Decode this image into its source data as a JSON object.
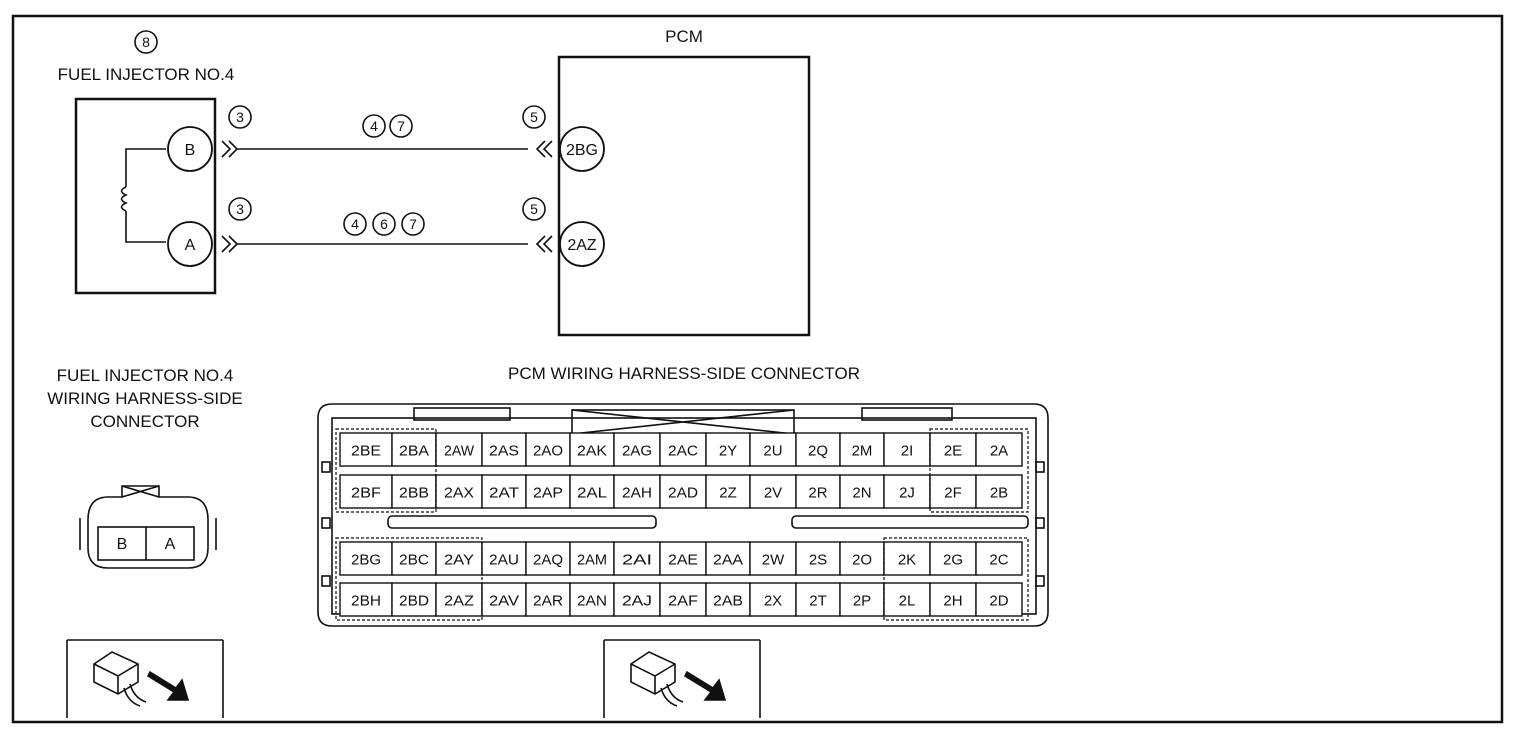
{
  "injector": {
    "callout": "8",
    "title": "FUEL INJECTOR NO.4",
    "pin_b": "B",
    "pin_a": "A",
    "callout_b": "3",
    "callout_a": "3"
  },
  "pcm": {
    "title": "PCM",
    "pin_top": "2BG",
    "pin_bottom": "2AZ",
    "callout_top": "5",
    "callout_bottom": "5"
  },
  "wires": {
    "top_callouts": [
      "4",
      "7"
    ],
    "bottom_callouts": [
      "4",
      "6",
      "7"
    ]
  },
  "injector_connector": {
    "title_lines": [
      "FUEL INJECTOR NO.4",
      "WIRING HARNESS-SIDE",
      "CONNECTOR"
    ],
    "pins": [
      "B",
      "A"
    ]
  },
  "pcm_connector": {
    "title": "PCM WIRING HARNESS-SIDE CONNECTOR",
    "rows": [
      [
        "2BE",
        "2BA",
        "2AW",
        "2AS",
        "2AO",
        "2AK",
        "2AG",
        "2AC",
        "2Y",
        "2U",
        "2Q",
        "2M",
        "2I",
        "2E",
        "2A"
      ],
      [
        "2BF",
        "2BB",
        "2AX",
        "2AT",
        "2AP",
        "2AL",
        "2AH",
        "2AD",
        "2Z",
        "2V",
        "2R",
        "2N",
        "2J",
        "2F",
        "2B"
      ],
      [
        "2BG",
        "2BC",
        "2AY",
        "2AU",
        "2AQ",
        "2AM",
        "2AI",
        "2AE",
        "2AA",
        "2W",
        "2S",
        "2O",
        "2K",
        "2G",
        "2C"
      ],
      [
        "2BH",
        "2BD",
        "2AZ",
        "2AV",
        "2AR",
        "2AN",
        "2AJ",
        "2AF",
        "2AB",
        "2X",
        "2T",
        "2P",
        "2L",
        "2H",
        "2D"
      ]
    ]
  }
}
